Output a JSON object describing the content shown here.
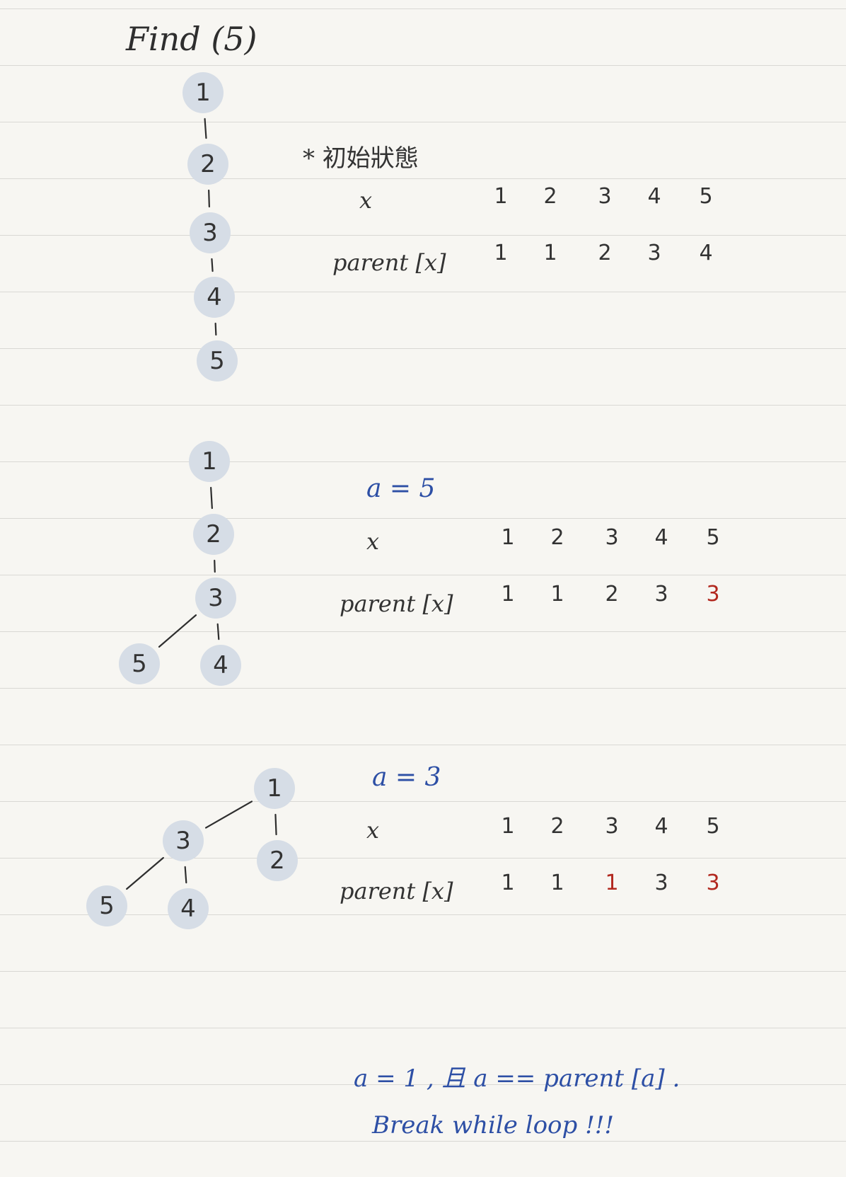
{
  "title": "Find (5)",
  "colors": {
    "paper": "#f7f6f2",
    "rule": "#d9d8d4",
    "node_fill": "#d6dde6",
    "ink": "#2e2e2e",
    "blue_ink": "#2d4fa5",
    "red_ink": "#b2281f"
  },
  "trees": [
    {
      "nodes": [
        {
          "label": "1"
        },
        {
          "label": "2"
        },
        {
          "label": "3"
        },
        {
          "label": "4"
        },
        {
          "label": "5"
        }
      ],
      "edges": [
        [
          "1",
          "2"
        ],
        [
          "2",
          "3"
        ],
        [
          "3",
          "4"
        ],
        [
          "4",
          "5"
        ]
      ]
    },
    {
      "nodes": [
        {
          "label": "1"
        },
        {
          "label": "2"
        },
        {
          "label": "3"
        },
        {
          "label": "5"
        },
        {
          "label": "4"
        }
      ],
      "edges": [
        [
          "1",
          "2"
        ],
        [
          "2",
          "3"
        ],
        [
          "3",
          "5"
        ],
        [
          "3",
          "4"
        ]
      ]
    },
    {
      "nodes": [
        {
          "label": "1"
        },
        {
          "label": "3"
        },
        {
          "label": "2"
        },
        {
          "label": "5"
        },
        {
          "label": "4"
        }
      ],
      "edges": [
        [
          "1",
          "3"
        ],
        [
          "1",
          "2"
        ],
        [
          "3",
          "5"
        ],
        [
          "3",
          "4"
        ]
      ]
    }
  ],
  "tables": [
    {
      "heading": "* 初始狀態",
      "x_label": "x",
      "parent_label": "parent [x]",
      "x": [
        "1",
        "2",
        "3",
        "4",
        "5"
      ],
      "parent": [
        "1",
        "1",
        "2",
        "3",
        "4"
      ],
      "highlight": []
    },
    {
      "heading": "a = 5",
      "x_label": "x",
      "parent_label": "parent [x]",
      "x": [
        "1",
        "2",
        "3",
        "4",
        "5"
      ],
      "parent": [
        "1",
        "1",
        "2",
        "3",
        "3"
      ],
      "highlight": [
        4
      ]
    },
    {
      "heading": "a = 3",
      "x_label": "x",
      "parent_label": "parent [x]",
      "x": [
        "1",
        "2",
        "3",
        "4",
        "5"
      ],
      "parent": [
        "1",
        "1",
        "1",
        "3",
        "3"
      ],
      "highlight": [
        2,
        4
      ]
    }
  ],
  "conclusion": {
    "line1": "a = 1 , 且  a == parent [a] .",
    "line2": "Break  while  loop !!!"
  }
}
